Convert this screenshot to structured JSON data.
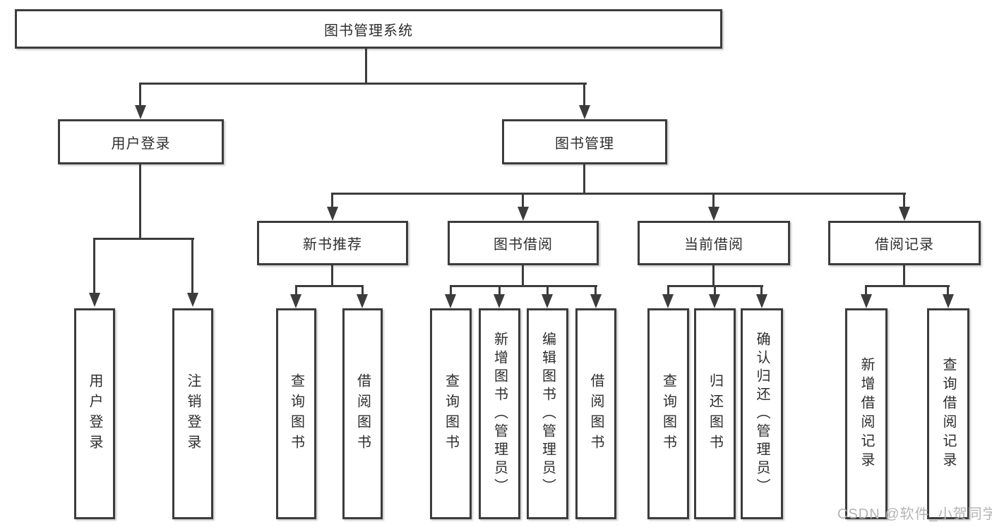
{
  "tree": {
    "root": {
      "label": "图书管理系统"
    },
    "level2": [
      {
        "label": "用户登录"
      },
      {
        "label": "图书管理"
      }
    ],
    "level3": [
      {
        "label": "新书推荐"
      },
      {
        "label": "图书借阅"
      },
      {
        "label": "当前借阅"
      },
      {
        "label": "借阅记录"
      }
    ],
    "leaves": {
      "login": [
        "用户登录",
        "注销登录"
      ],
      "new_book": [
        "查询图书",
        "借阅图书"
      ],
      "book_borrow": [
        "查询图书",
        "新增图书（管理员）",
        "编辑图书（管理员）",
        "借阅图书"
      ],
      "current_borrow": [
        "查询图书",
        "归还图书",
        "确认归还（管理员）"
      ],
      "borrow_records": [
        "新增借阅记录",
        "查询借阅记录"
      ]
    }
  },
  "watermark": {
    "text": "CSDN @软件_小贺同学"
  },
  "colors": {
    "line": "#3c3c3c",
    "text": "#2e2e2e",
    "watermark": "#b4b4b4",
    "background": "#ffffff"
  }
}
